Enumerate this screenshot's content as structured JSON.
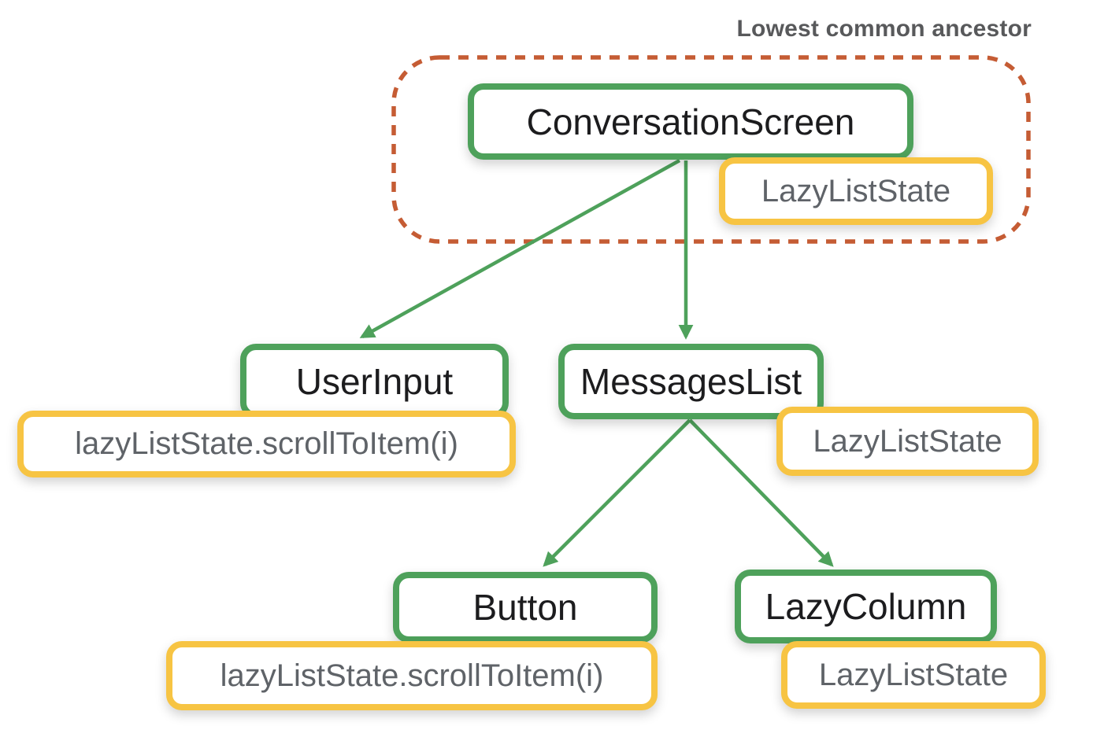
{
  "colors": {
    "green": "#4EA15B",
    "yellow": "#F7C443",
    "orange": "#C55C34",
    "node_text": "#1C1C1E",
    "state_text": "#5F6368",
    "label_text": "#58595B"
  },
  "diagram": {
    "type": "component-tree-state-hoisting",
    "annotation": "Lowest common ancestor",
    "lowest_common_ancestor": "ConversationScreen",
    "nodes": [
      {
        "label": "ConversationScreen",
        "state_badge": "LazyListState",
        "in_lca_boundary": true
      },
      {
        "label": "UserInput",
        "state_badge": "lazyListState.scrollToItem(i)",
        "in_lca_boundary": false
      },
      {
        "label": "MessagesList",
        "state_badge": "LazyListState",
        "in_lca_boundary": false
      },
      {
        "label": "Button",
        "state_badge": "lazyListState.scrollToItem(i)",
        "in_lca_boundary": false
      },
      {
        "label": "LazyColumn",
        "state_badge": "LazyListState",
        "in_lca_boundary": false
      }
    ],
    "edges": [
      {
        "from": "ConversationScreen",
        "to": "UserInput"
      },
      {
        "from": "ConversationScreen",
        "to": "MessagesList"
      },
      {
        "from": "MessagesList",
        "to": "Button"
      },
      {
        "from": "MessagesList",
        "to": "LazyColumn"
      }
    ]
  }
}
